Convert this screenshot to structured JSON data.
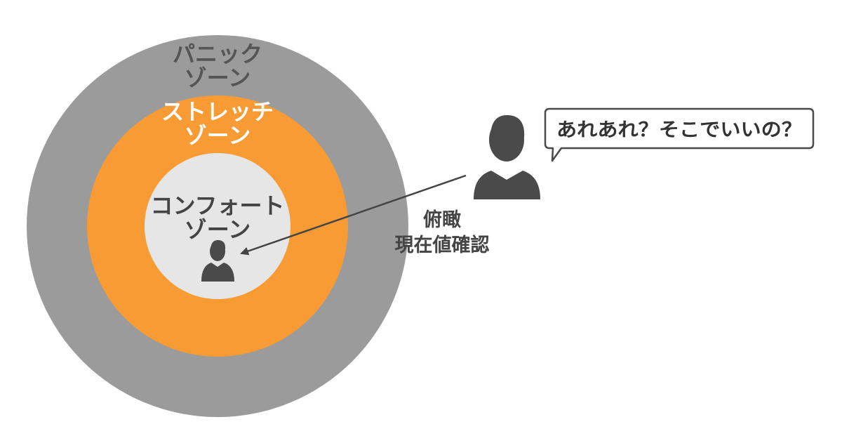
{
  "zones": {
    "panic": {
      "line1": "パニック",
      "line2": "ゾーン"
    },
    "stretch": {
      "line1": "ストレッチ",
      "line2": "ゾーン"
    },
    "comfort": {
      "line1": "コンフォート",
      "line2": "ゾーン"
    }
  },
  "observer": {
    "caption_line1": "俯瞰",
    "caption_line2": "現在値確認"
  },
  "speech_bubble": {
    "text": "あれあれ？そこでいいの？"
  },
  "colors": {
    "panic_zone": "#9b9b9b",
    "stretch_zone": "#f99b35",
    "comfort_zone": "#e6e6e6",
    "panic_text": "#555555",
    "stretch_text": "#ffffff",
    "comfort_text": "#444444",
    "person": "#4a4a4a",
    "bubble_border": "#4a4a4a",
    "bubble_text": "#333333",
    "arrow": "#444444"
  },
  "icons": {
    "self_person": "person-silhouette-icon",
    "observer_person": "person-silhouette-icon"
  }
}
